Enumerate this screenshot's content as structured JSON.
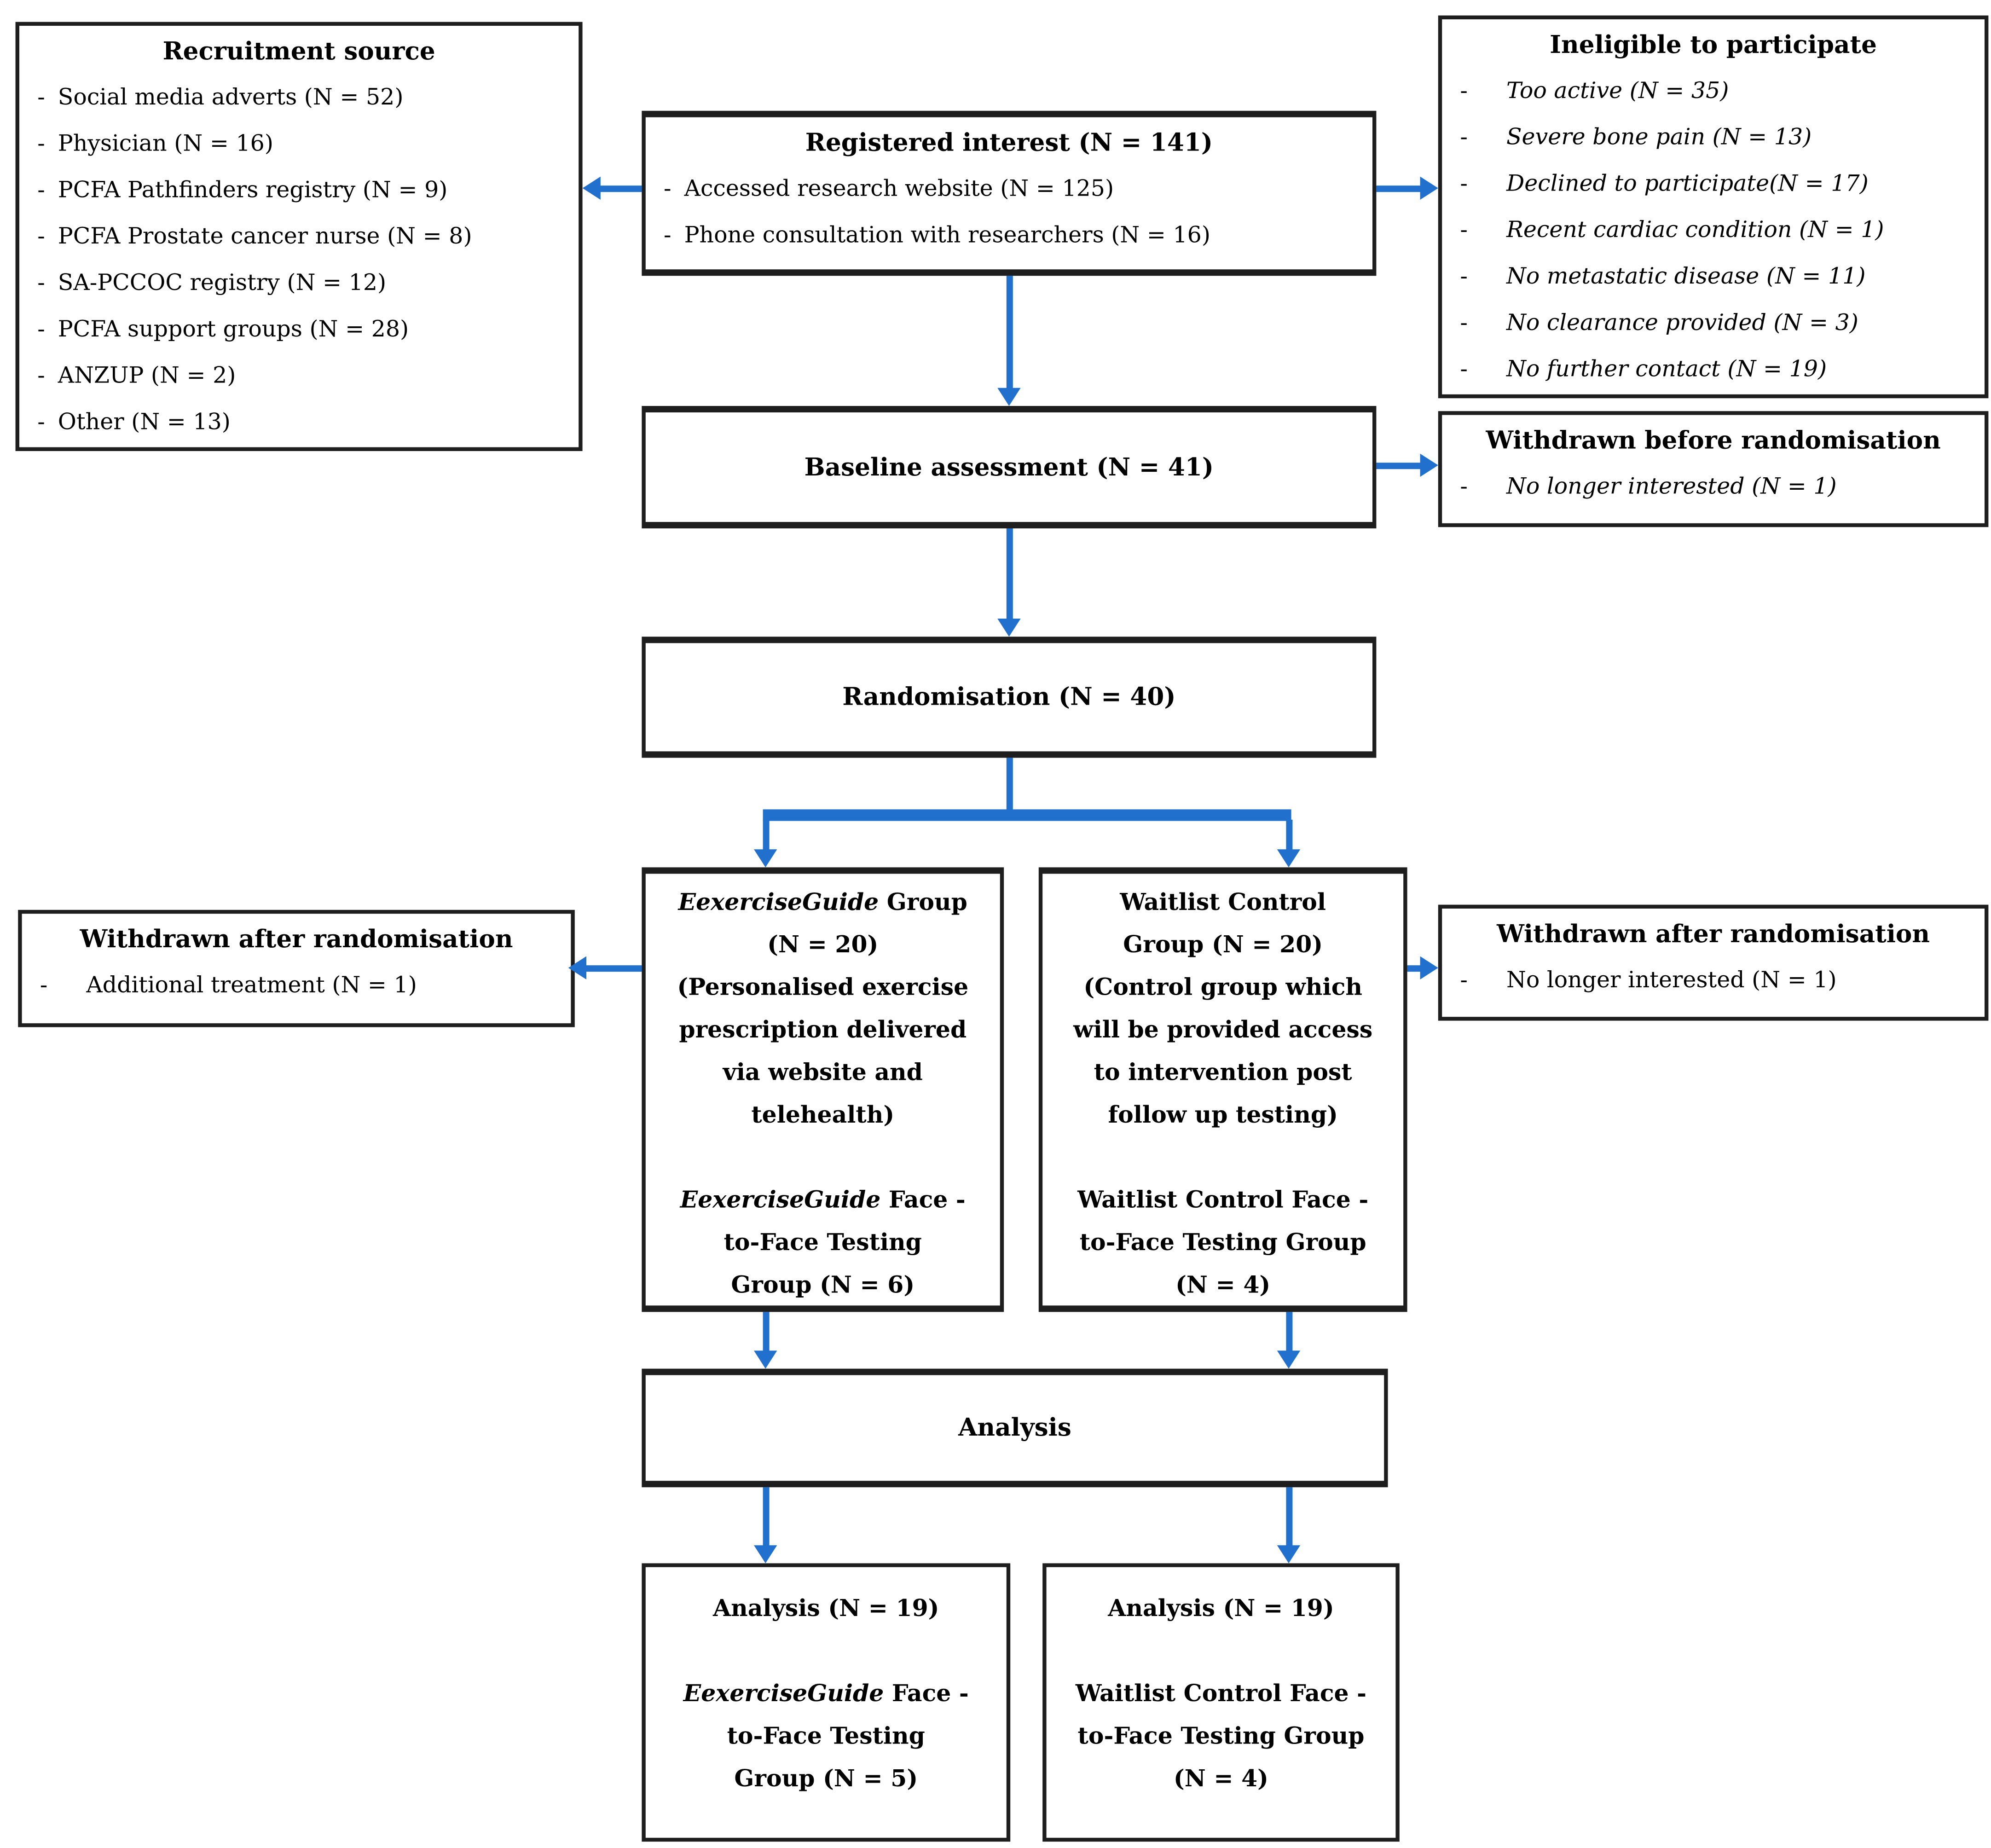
{
  "ui": {
    "bullet": "-"
  },
  "colors": {
    "arrow_blue": "#2170CE",
    "box_border": "#1E1E1E",
    "text": "#000000",
    "background": "#FFFFFF"
  },
  "boxes": {
    "recruitment_source": {
      "title": "Recruitment source",
      "items": [
        "Social media adverts (N = 52)",
        "Physician (N = 16)",
        "PCFA Pathfinders registry (N = 9)",
        "PCFA Prostate cancer nurse (N = 8)",
        "SA-PCCOC registry (N = 12)",
        "PCFA support groups (N = 28)",
        "ANZUP (N = 2)",
        "Other (N = 13)"
      ]
    },
    "registered_interest": {
      "title": "Registered interest (N = 141)",
      "items": [
        "Accessed research website (N = 125)",
        "Phone consultation with researchers (N = 16)"
      ]
    },
    "ineligible": {
      "title": "Ineligible to participate",
      "items": [
        "Too active (N = 35)",
        "Severe bone pain (N = 13)",
        "Declined to participate(N = 17)",
        "Recent cardiac condition (N = 1)",
        "No metastatic disease (N = 11)",
        "No clearance provided (N = 3)",
        "No further contact (N = 19)"
      ]
    },
    "baseline": {
      "label": "Baseline assessment (N = 41)"
    },
    "withdrawn_before": {
      "title": "Withdrawn before randomisation",
      "items": [
        "No longer interested (N = 1)"
      ]
    },
    "randomisation": {
      "label": "Randomisation (N = 40)"
    },
    "group_eexerciseguide": {
      "paragraphs": [
        [
          {
            "t": "EexerciseGuide",
            "i": true
          },
          {
            "t": " Group\n(N = 20)\n(Personalised exercise\nprescription delivered\nvia website and\ntelehealth)",
            "i": false
          }
        ],
        [
          {
            "t": "EexerciseGuide",
            "i": true
          },
          {
            "t": " Face -\nto-Face Testing\nGroup (N = 6)",
            "i": false
          }
        ]
      ]
    },
    "group_waitlist": {
      "paragraphs": [
        [
          {
            "t": "Waitlist Control\nGroup (N = 20)\n(Control group which\nwill be provided access\nto intervention post\nfollow up testing)",
            "i": false
          }
        ],
        [
          {
            "t": "Waitlist Control Face -\nto-Face Testing Group\n(N = 4)",
            "i": false
          }
        ]
      ]
    },
    "withdrawn_after_left": {
      "title": "Withdrawn after randomisation",
      "items": [
        "Additional treatment (N = 1)"
      ]
    },
    "withdrawn_after_right": {
      "title": "Withdrawn after randomisation",
      "items": [
        "No longer interested (N = 1)"
      ]
    },
    "analysis": {
      "label": "Analysis"
    },
    "analysis_left": {
      "paragraphs": [
        [
          {
            "t": "Analysis (N = 19)",
            "i": false
          }
        ],
        [
          {
            "t": "EexerciseGuide",
            "i": true
          },
          {
            "t": " Face -\nto-Face Testing\nGroup (N = 5)",
            "i": false
          }
        ]
      ]
    },
    "analysis_right": {
      "paragraphs": [
        [
          {
            "t": "Analysis (N = 19)",
            "i": false
          }
        ],
        [
          {
            "t": "Waitlist Control Face -\nto-Face Testing Group\n(N = 4)",
            "i": false
          }
        ]
      ]
    }
  }
}
